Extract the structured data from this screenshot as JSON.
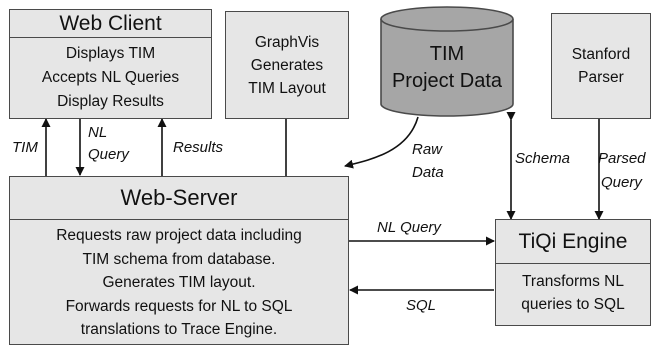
{
  "web_client": {
    "title": "Web Client",
    "lines": [
      "Displays TIM",
      "Accepts NL Queries",
      "Display Results"
    ]
  },
  "graphvis": {
    "lines": [
      "GraphVis",
      "Generates",
      "TIM Layout"
    ]
  },
  "database": {
    "lines": [
      "TIM",
      "Project Data"
    ]
  },
  "stanford_parser": {
    "lines": [
      "Stanford",
      "Parser"
    ]
  },
  "web_server": {
    "title": "Web-Server",
    "lines": [
      "Requests raw project data including",
      "TIM schema from database.",
      "Generates TIM layout.",
      "Forwards requests for NL to SQL",
      "translations to Trace Engine."
    ]
  },
  "tiqi_engine": {
    "title": "TiQi Engine",
    "lines": [
      "Transforms NL",
      "queries to SQL"
    ]
  },
  "edge_labels": {
    "tim": "TIM",
    "nl_query_1": "NL",
    "nl_query_2": "Query",
    "results": "Results",
    "raw_data_1": "Raw",
    "raw_data_2": "Data",
    "schema": "Schema",
    "parsed_query_1": "Parsed",
    "parsed_query_2": "Query",
    "nl_query": "NL Query",
    "sql": "SQL"
  },
  "colors": {
    "box_fill": "#e6e6e6",
    "cylinder_fill": "#a6a6a6",
    "stroke": "#4a4a4a",
    "arrow": "#111111"
  }
}
